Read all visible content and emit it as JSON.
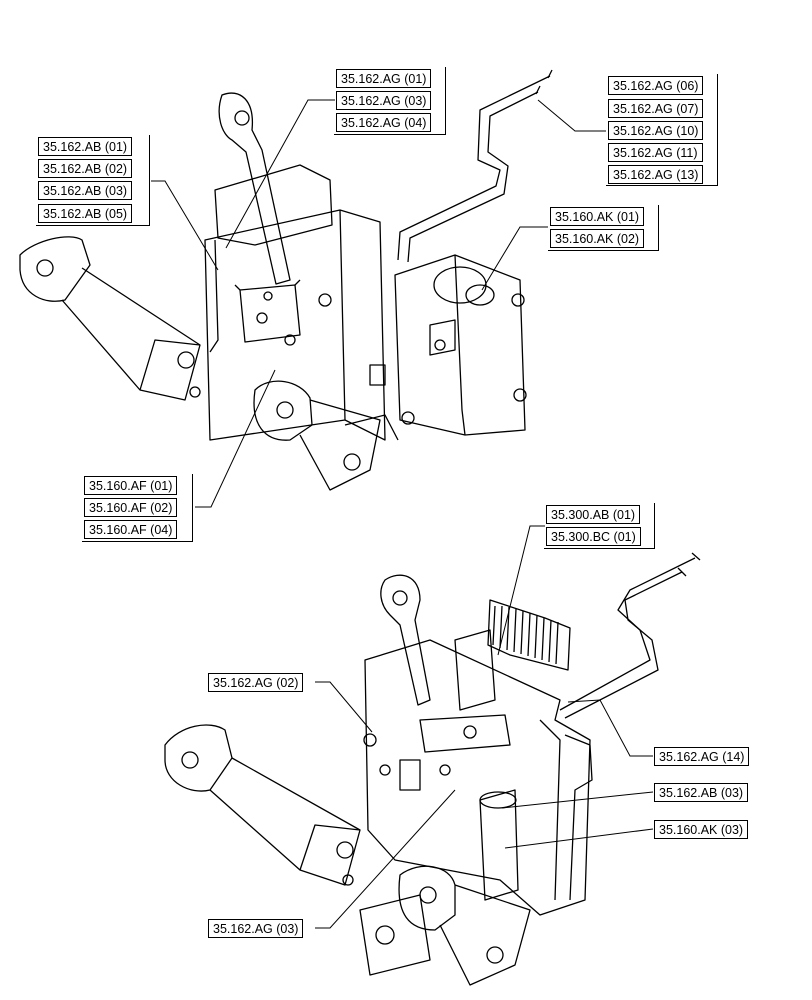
{
  "callouts": {
    "ag_top_left": [
      "35.162.AG (01)",
      "35.162.AG (03)",
      "35.162.AG (04)"
    ],
    "ag_top_right": [
      "35.162.AG (06)",
      "35.162.AG (07)",
      "35.162.AG (10)",
      "35.162.AG (11)",
      "35.162.AG (13)"
    ],
    "ab_left": [
      "35.162.AB (01)",
      "35.162.AB (02)",
      "35.162.AB (03)",
      "35.162.AB (05)"
    ],
    "ak_top": [
      "35.160.AK (01)",
      "35.160.AK (02)"
    ],
    "af_group": [
      "35.160.AF (01)",
      "35.160.AF (02)",
      "35.160.AF (04)"
    ],
    "bottom_top": [
      "35.300.AB (01)",
      "35.300.BC (01)"
    ],
    "ag_02": "35.162.AG (02)",
    "ag_14": "35.162.AG (14)",
    "ab_03_bottom": "35.162.AB (03)",
    "ak_03": "35.160.AK (03)",
    "ag_03_bottom": "35.162.AG (03)"
  }
}
